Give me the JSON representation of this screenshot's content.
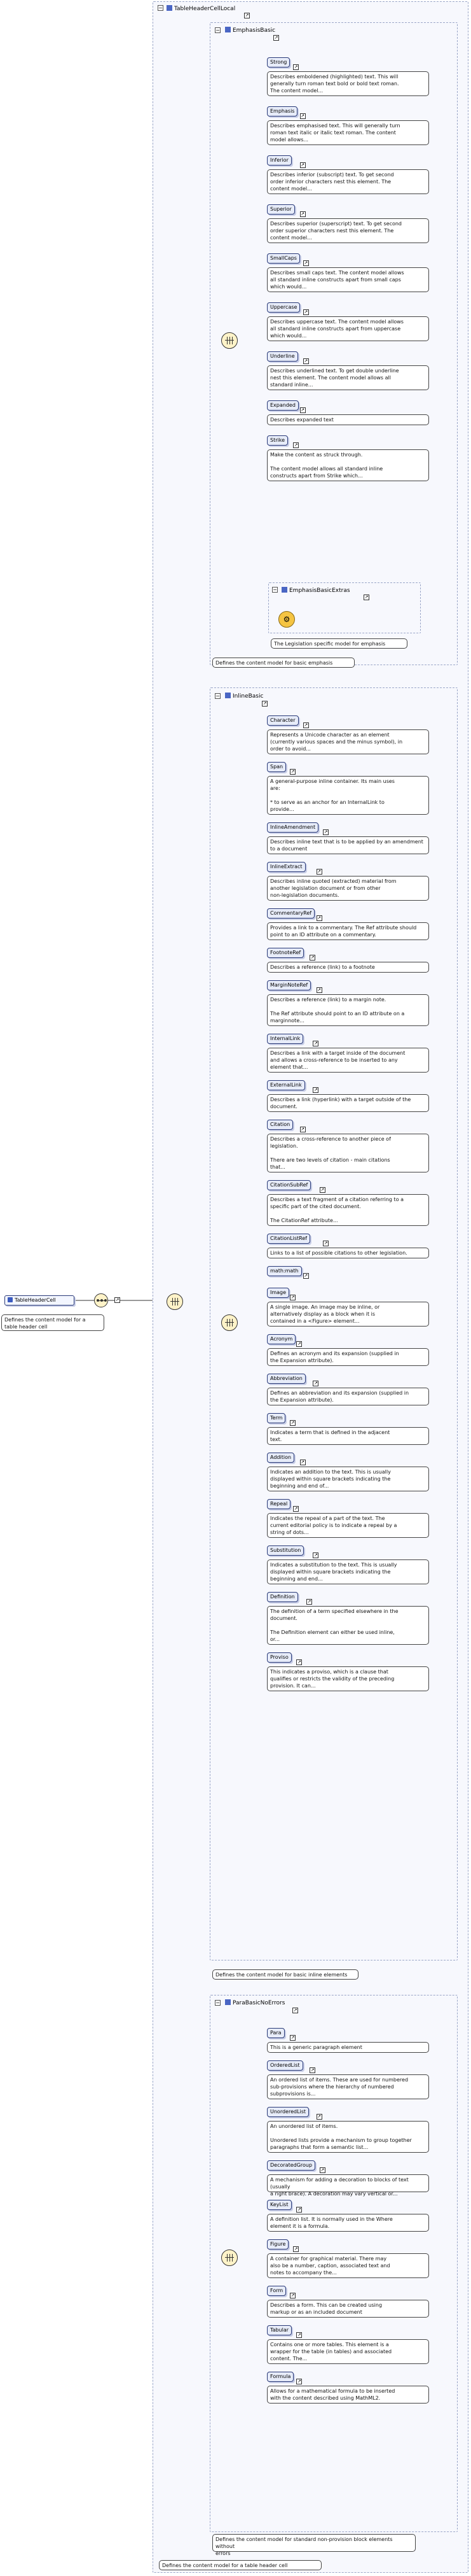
{
  "root": {
    "name": "TableHeaderCell",
    "description": "Defines the content model for a\ntable header cell"
  },
  "local_group": {
    "title": "TableHeaderCellLocal",
    "footer": "Defines the content model for a table header cell"
  },
  "emphasis_group": {
    "title": "EmphasisBasic",
    "footer": "Defines the content model for basic emphasis",
    "items": [
      {
        "name": "Strong",
        "desc": "Describes emboldened (highlighted) text. This will\ngenerally turn roman text bold or bold text roman.\nThe content model..."
      },
      {
        "name": "Emphasis",
        "desc": "Describes emphasised text. This will generally turn\nroman text italic or italic text roman. The content\nmodel allows..."
      },
      {
        "name": "Inferior",
        "desc": "Describes inferior (subscript) text. To get second\norder inferior characters nest this element. The\ncontent model..."
      },
      {
        "name": "Superior",
        "desc": "Describes superior (superscript) text. To get second\norder superior characters nest this element. The\ncontent model..."
      },
      {
        "name": "SmallCaps",
        "desc": "Describes small caps text. The content model allows\nall standard inline constructs apart from small caps\nwhich would..."
      },
      {
        "name": "Uppercase",
        "desc": "Describes uppercase text. The content model allows\nall standard inline constructs apart from uppercase\nwhich would..."
      },
      {
        "name": "Underline",
        "desc": "Describes underlined text. To get double underline\nnest this element. The content model allows all\nstandard inline..."
      },
      {
        "name": "Expanded",
        "desc": "Describes expanded text"
      },
      {
        "name": "Strike",
        "desc": "Make the content as struck through.\n\nThe content model allows all standard inline\nconstructs apart from Strike which..."
      }
    ],
    "extras_title": "EmphasisBasicExtras",
    "extras_desc": "The Legislation specific model for emphasis"
  },
  "inline_group": {
    "title": "InlineBasic",
    "footer": "Defines the content model for basic inline elements",
    "items": [
      {
        "name": "Character",
        "desc": "Represents a Unicode character as an element\n(currently various spaces and the minus symbol), in\norder to avoid..."
      },
      {
        "name": "Span",
        "desc": "A general-purpose inline container. Its main uses\nare:\n\n * to serve as an anchor for an InternalLink to\nprovide..."
      },
      {
        "name": "InlineAmendment",
        "desc": "Describes inline text that is to be applied by an amendment\nto a document"
      },
      {
        "name": "InlineExtract",
        "desc": "Describes inline quoted (extracted) material from\nanother legislation document or from other\nnon-legislation documents."
      },
      {
        "name": "CommentaryRef",
        "desc": "Provides a link to a commentary. The Ref attribute should\npoint to an ID attribute on a commentary."
      },
      {
        "name": "FootnoteRef",
        "desc": "Describes a reference (link) to a footnote"
      },
      {
        "name": "MarginNoteRef",
        "desc": "Describes a reference (link) to a margin note.\n\nThe Ref attribute should point to an ID attribute on a\nmarginnote..."
      },
      {
        "name": "InternalLink",
        "desc": "Describes a link with a target inside of the document\nand allows a cross-reference to be inserted to any\nelement that..."
      },
      {
        "name": "ExternalLink",
        "desc": "Describes a link (hyperlink) with a target outside of the\ndocument."
      },
      {
        "name": "Citation",
        "desc": "Describes a cross-reference to another piece of\nlegislation.\n\nThere are two levels of citation - main citations\nthat..."
      },
      {
        "name": "CitationSubRef",
        "desc": "Describes a text fragment of a citation referring to a\nspecific part of the cited document.\n\nThe CitationRef attribute..."
      },
      {
        "name": "CitationListRef",
        "desc": "Links to a list of possible citations to other legislation."
      },
      {
        "name": "math:math",
        "desc": ""
      },
      {
        "name": "Image",
        "desc": "A single image. An image may be inline, or\nalternatively display as a block when it is\ncontained in a <Figure> element..."
      },
      {
        "name": "Acronym",
        "desc": "Defines an acronym and its expansion (supplied in\nthe Expansion attribute)."
      },
      {
        "name": "Abbreviation",
        "desc": "Defines an abbreviation and its expansion (supplied in\nthe Expansion attribute)."
      },
      {
        "name": "Term",
        "desc": "Indicates a term that is defined in the adjacent\ntext."
      },
      {
        "name": "Addition",
        "desc": "Indicates an addition to the text. This is usually\ndisplayed within square brackets indicating the\nbeginning and end of..."
      },
      {
        "name": "Repeal",
        "desc": "Indicates the repeal of a part of the text. The\ncurrent editorial policy is to indicate a repeal by a\nstring of dots..."
      },
      {
        "name": "Substitution",
        "desc": "Indicates a substitution to the text. This is usually\ndisplayed within square brackets indicating the\nbeginning and end..."
      },
      {
        "name": "Definition",
        "desc": "The definition of a term specified elsewhere in the\ndocument.\n\nThe Definition element can either be used inline,\nor..."
      },
      {
        "name": "Proviso",
        "desc": "This indicates a proviso, which is a clause that\nqualifies or restricts the validity of the preceding\nprovision. It can..."
      }
    ]
  },
  "para_group": {
    "title": "ParaBasicNoErrors",
    "footer": "Defines the content model for standard non-provision block elements without\nerrors",
    "items": [
      {
        "name": "Para",
        "desc": "This is a generic paragraph element"
      },
      {
        "name": "OrderedList",
        "desc": "An ordered list of items. These are used for numbered\nsub-provisions where the hierarchy of numbered\nsubprovisions is..."
      },
      {
        "name": "UnorderedList",
        "desc": "An unordered list of items.\n\nUnordered lists provide a mechanism to group together\nparagraphs that form a semantic list..."
      },
      {
        "name": "DecoratedGroup",
        "desc": "A mechanism for adding a decoration to blocks of text (usually\na right brace). A decoration may vary vertical or..."
      },
      {
        "name": "KeyList",
        "desc": "A definition list. It is normally used in the Where\nelement it is a formula."
      },
      {
        "name": "Figure",
        "desc": "A container for graphical material. There may\nalso be a number, caption, associated text and\nnotes to accompany the..."
      },
      {
        "name": "Form",
        "desc": "Describes a form. This can be created using\nmarkup or as an included document"
      },
      {
        "name": "Tabular",
        "desc": "Contains one or more tables. This element is a\nwrapper for the table (in tables) and associated\ncontent. The..."
      },
      {
        "name": "Formula",
        "desc": "Allows for a mathematical formula to be inserted\nwith the content described using MathML2."
      }
    ]
  }
}
